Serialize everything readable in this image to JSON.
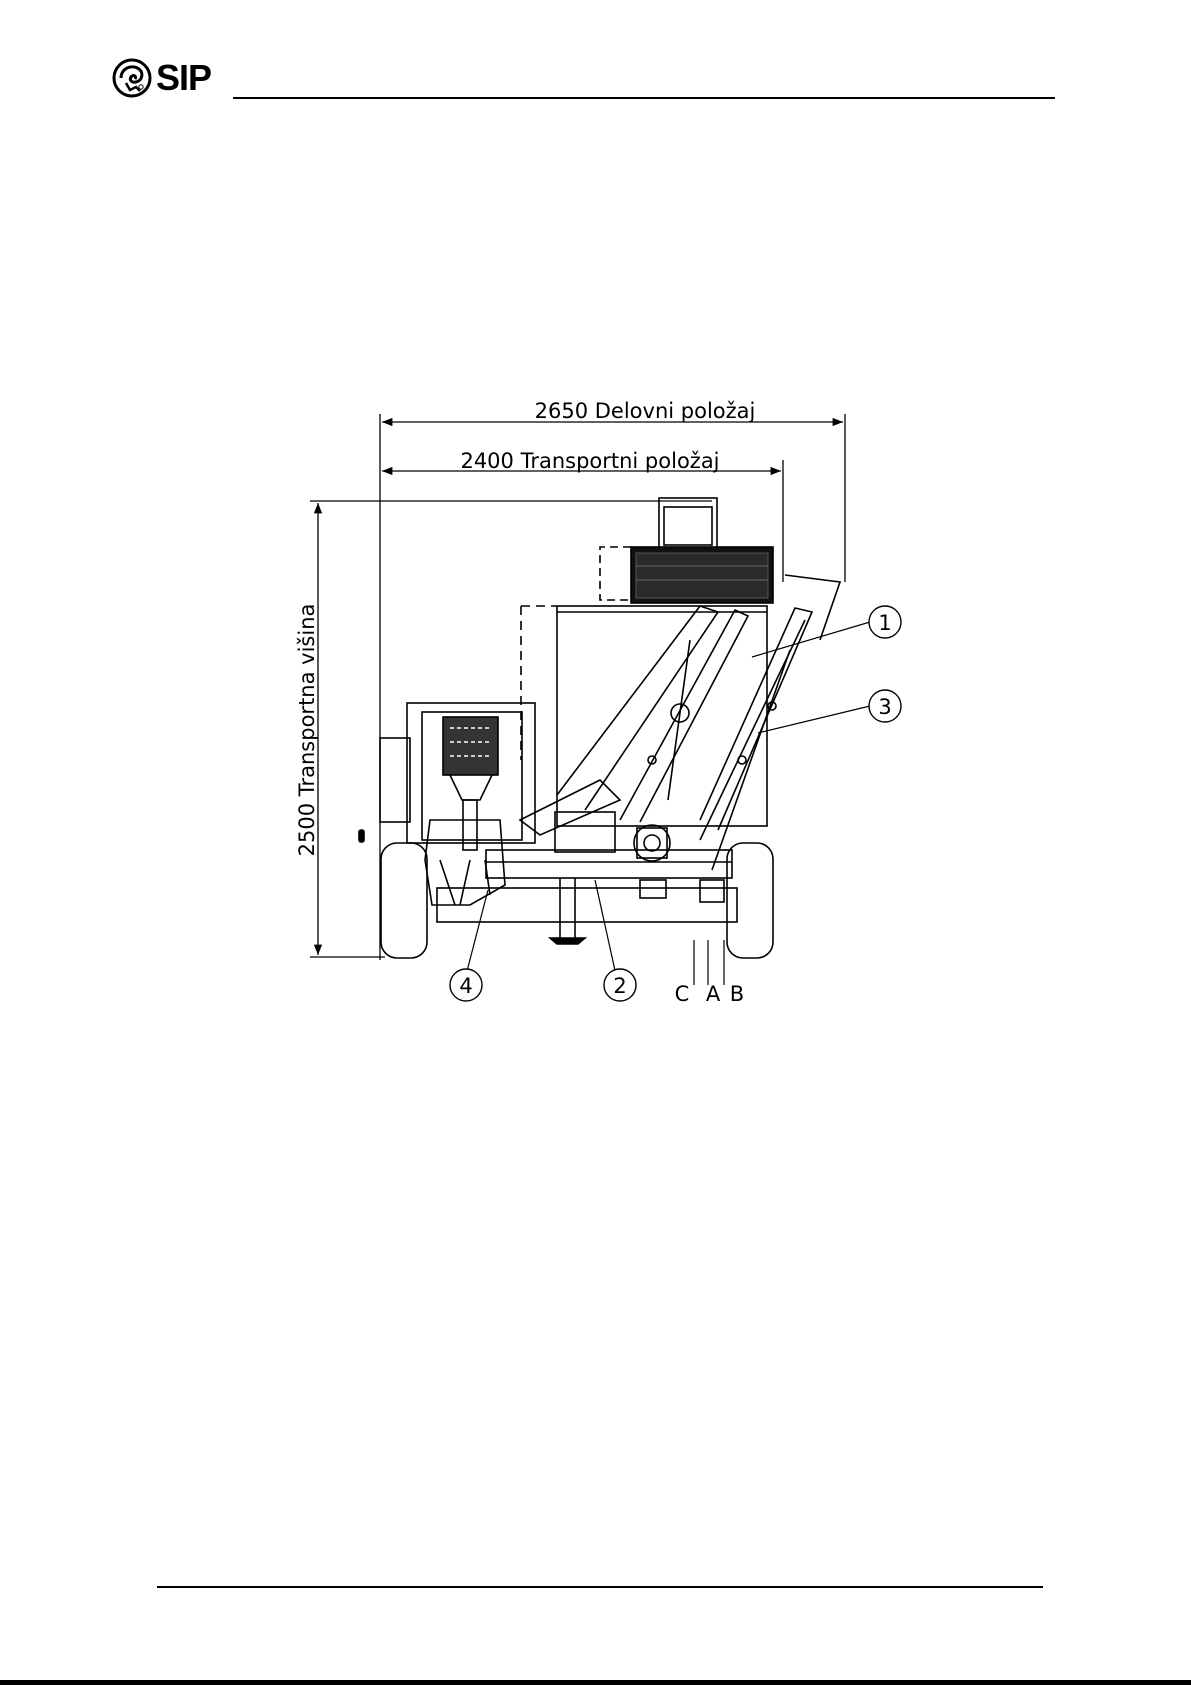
{
  "header": {
    "brand": "SIP",
    "logo_icon": "ram-head-logo-icon"
  },
  "drawing": {
    "dim_working_width": "2650 Delovni položaj",
    "dim_transport_width": "2400 Transportni položaj",
    "dim_transport_height": "2500 Transportna višina",
    "callouts": [
      "1",
      "2",
      "3",
      "4"
    ],
    "markers": [
      "C",
      "A",
      "B"
    ]
  }
}
